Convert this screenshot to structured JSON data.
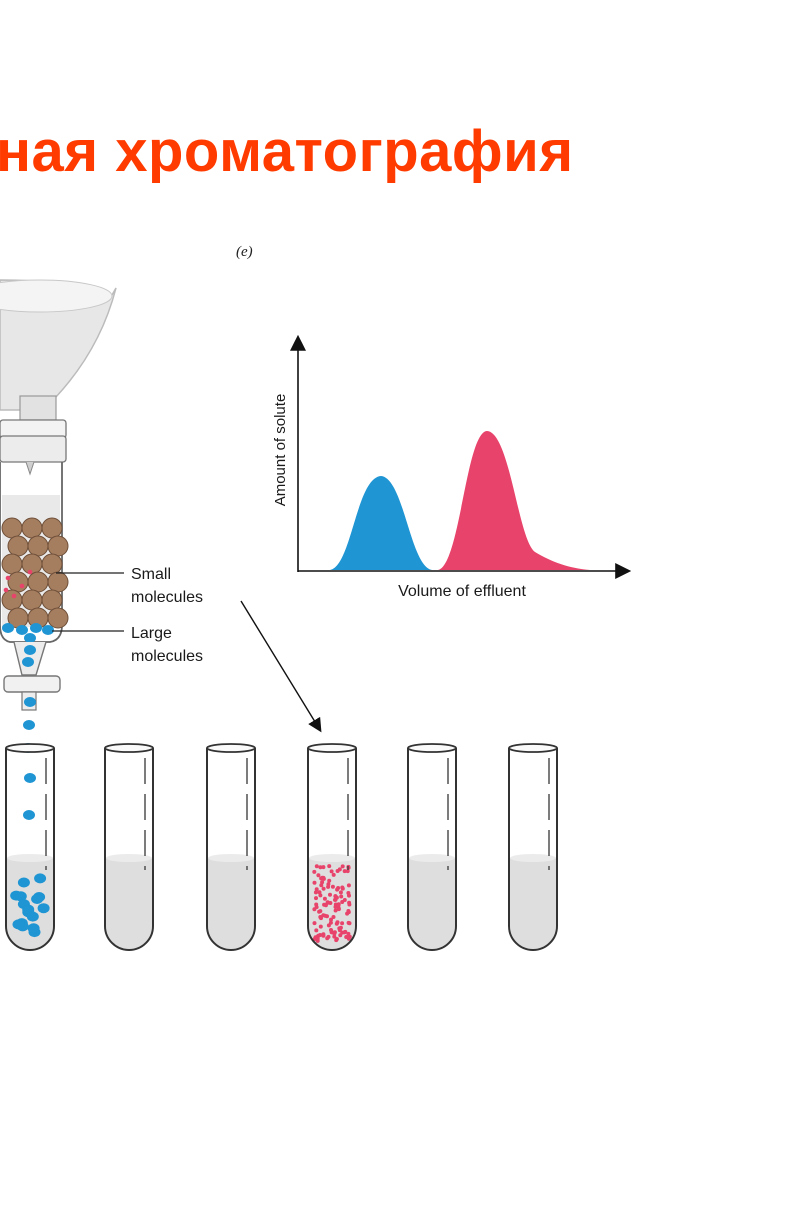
{
  "slide": {
    "title": "ная хроматография"
  },
  "figure": {
    "panel_label": "(e)",
    "graph": {
      "ylabel": "Amount of solute",
      "xlabel": "Volume of effluent"
    },
    "column_labels": {
      "small_line1": "Small",
      "small_line2": "molecules",
      "large_line1": "Large",
      "large_line2": "molecules"
    },
    "tubes": [
      {
        "content": "large-molecules"
      },
      {
        "content": "empty"
      },
      {
        "content": "empty"
      },
      {
        "content": "small-molecules"
      },
      {
        "content": "empty"
      },
      {
        "content": "empty"
      }
    ]
  },
  "colors": {
    "title": "#ff3b00",
    "large_molecules": "#1f95d3",
    "small_molecules": "#e8436a",
    "beads": "#a57d5f",
    "liquid": "#dedede"
  }
}
